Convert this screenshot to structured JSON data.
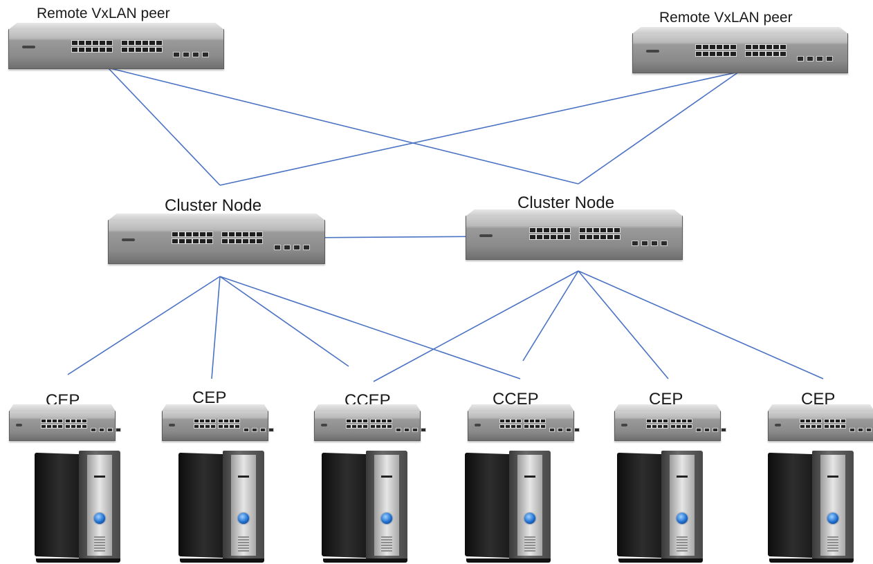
{
  "diagram": {
    "remote_peers": [
      {
        "id": "remote-left",
        "label": "Remote  VxLAN  peer"
      },
      {
        "id": "remote-right",
        "label": "Remote VxLAN peer"
      }
    ],
    "cluster_nodes": [
      {
        "id": "cluster-left",
        "label": "Cluster Node"
      },
      {
        "id": "cluster-right",
        "label": "Cluster Node"
      }
    ],
    "edge_nodes": [
      {
        "id": "edge-1",
        "label": "CEP"
      },
      {
        "id": "edge-2",
        "label": "CEP"
      },
      {
        "id": "edge-3",
        "label": "CCEP"
      },
      {
        "id": "edge-4",
        "label": "CCEP"
      },
      {
        "id": "edge-5",
        "label": "CEP"
      },
      {
        "id": "edge-6",
        "label": "CEP"
      }
    ],
    "links": [
      [
        "remote-left",
        "cluster-left"
      ],
      [
        "remote-left",
        "cluster-right"
      ],
      [
        "remote-right",
        "cluster-left"
      ],
      [
        "remote-right",
        "cluster-right"
      ],
      [
        "cluster-left",
        "cluster-right"
      ],
      [
        "cluster-left",
        "edge-1"
      ],
      [
        "cluster-left",
        "edge-2"
      ],
      [
        "cluster-left",
        "edge-3"
      ],
      [
        "cluster-left",
        "edge-4"
      ],
      [
        "cluster-right",
        "edge-3"
      ],
      [
        "cluster-right",
        "edge-4"
      ],
      [
        "cluster-right",
        "edge-5"
      ],
      [
        "cluster-right",
        "edge-6"
      ]
    ],
    "line_color": "#4a72c4"
  }
}
